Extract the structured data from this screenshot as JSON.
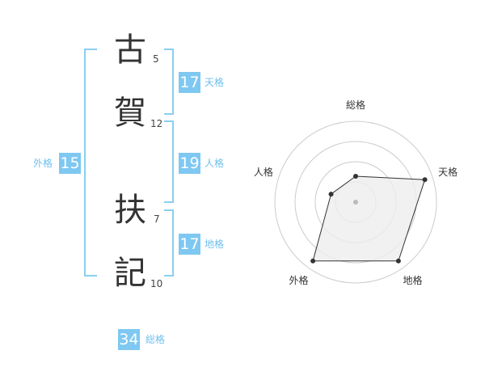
{
  "characters": [
    {
      "char": "古",
      "strokes": "5"
    },
    {
      "char": "賀",
      "strokes": "12"
    },
    {
      "char": "扶",
      "strokes": "7"
    },
    {
      "char": "記",
      "strokes": "10"
    }
  ],
  "scores": {
    "tenkaku": {
      "value": "17",
      "label": "天格"
    },
    "jinkaku": {
      "value": "19",
      "label": "人格"
    },
    "chikaku": {
      "value": "17",
      "label": "地格"
    },
    "gaikaku": {
      "value": "15",
      "label": "外格"
    },
    "soukaku": {
      "value": "34",
      "label": "総格"
    }
  },
  "colors": {
    "accent": "#7ec8f2",
    "bracket": "#8acfef",
    "label": "#6fbfec",
    "radar_fill": "#eeeeee"
  },
  "chart_data": {
    "type": "radar",
    "axes": [
      "総格",
      "天格",
      "地格",
      "外格",
      "人格"
    ],
    "values": [
      0.32,
      0.9,
      0.9,
      0.9,
      0.32
    ],
    "range": [
      0,
      1
    ]
  }
}
